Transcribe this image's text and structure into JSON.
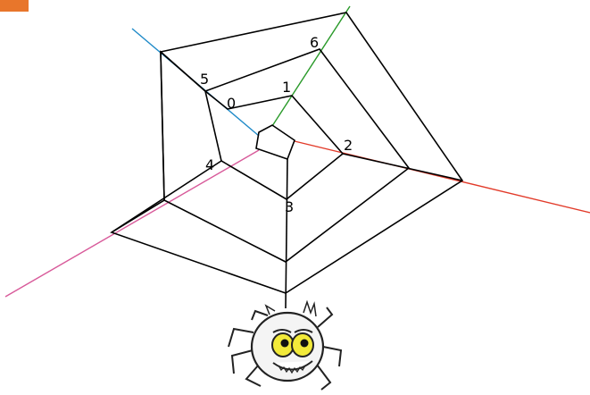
{
  "labels": {
    "n0": "0",
    "n1": "1",
    "n2": "2",
    "n3": "3",
    "n4": "4",
    "n5": "5",
    "n6": "6"
  },
  "colors": {
    "corner_badge": "#e8762b",
    "axis_blue": "#1f8ac8",
    "axis_green": "#2a9a2a",
    "axis_red": "#e23b2a",
    "axis_pink": "#d85a9a",
    "web": "#000000",
    "spider_eye": "#f2ea3a"
  },
  "icons": {
    "spider": "spider-mascot-icon"
  }
}
